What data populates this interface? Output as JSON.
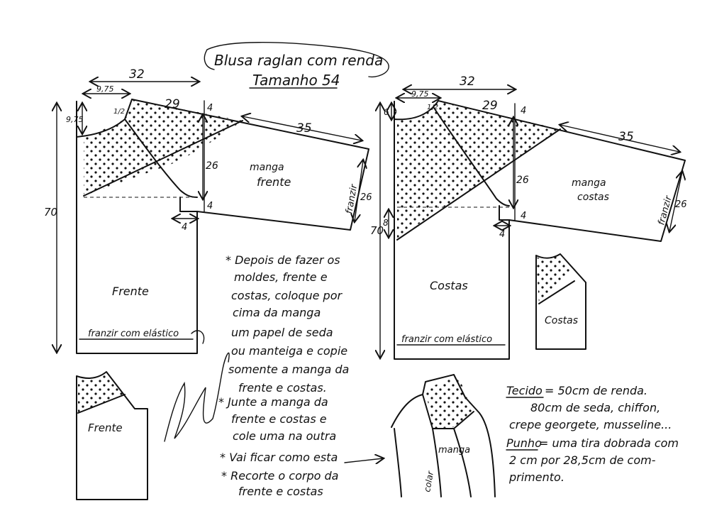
{
  "title": {
    "line1": "Blusa raglan com renda",
    "line2": "Tamanho 54"
  },
  "front_pattern": {
    "width": "32",
    "neck_width": "9,75",
    "neck_depth": "9,75",
    "neck_mark": "1/2",
    "shoulder": "29",
    "sleeve_len": "35",
    "top_4": "4",
    "armhole_26": "26",
    "under_4": "4",
    "step_4": "4",
    "cuff_26": "26",
    "length": "70",
    "sleeve_label_1": "manga",
    "sleeve_label_2": "frente",
    "franzir": "franzir",
    "body_label": "Frente",
    "gather_note": "franzir com elástico"
  },
  "back_pattern": {
    "width": "32",
    "neck_width": "9,75",
    "neck_depth": "6",
    "neck_mark": "1/2",
    "shoulder": "29",
    "sleeve_len": "35",
    "top_4": "4",
    "armhole_26": "26",
    "under_4": "4",
    "step_4": "4",
    "cuff_26": "26",
    "side_8": "8",
    "length": "70",
    "sleeve_label_1": "manga",
    "sleeve_label_2": "costas",
    "franzir": "franzir",
    "body_label": "Costas",
    "gather_note": "franzir com elástico"
  },
  "small_back_label": "Costas",
  "small_front_label": "Frente",
  "instructions": [
    "* Depois de fazer os",
    "moldes, frente e",
    "costas, coloque por",
    "cima da manga",
    "um papel de seda",
    "ou manteiga e copie",
    "somente a manga da",
    "frente e costas.",
    "* Junte a manga da",
    "frente e costas e",
    "cole uma na outra",
    "* Vai ficar como esta",
    "* Recorte o corpo da",
    "frente e costas"
  ],
  "assembled": {
    "sleeve_label": "manga",
    "collar_label": "colar"
  },
  "fabric_notes": {
    "tecido_label": "Tecido",
    "tecido_line1": "= 50cm de renda.",
    "tecido_line2": "80cm de seda, chiffon,",
    "tecido_line3": "crepe georgete, musseline...",
    "punho_label": "Punho",
    "punho_line1": "= uma tira dobrada com",
    "punho_line2": "2 cm por 28,5cm de com-",
    "punho_line3": "primento."
  }
}
